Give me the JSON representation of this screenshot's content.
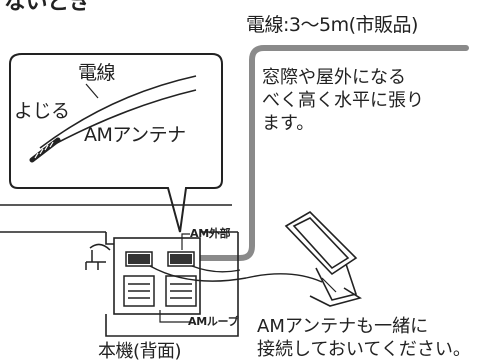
{
  "heading_fragment": "ないとき",
  "wire_label": "電線:3〜5m(市販品)",
  "install_note": "窓際や屋外になる\nべく高く水平に張り\nます。",
  "callout": {
    "wire": "電線",
    "twist": "よじる",
    "am_antenna": "AMアンテナ"
  },
  "terminals": {
    "am_external": "AM外部",
    "am_loop": "AMループ"
  },
  "unit_label": "本機(背面)",
  "loop_note": "AMアンテナも一緒に\n接続しておいてください。"
}
